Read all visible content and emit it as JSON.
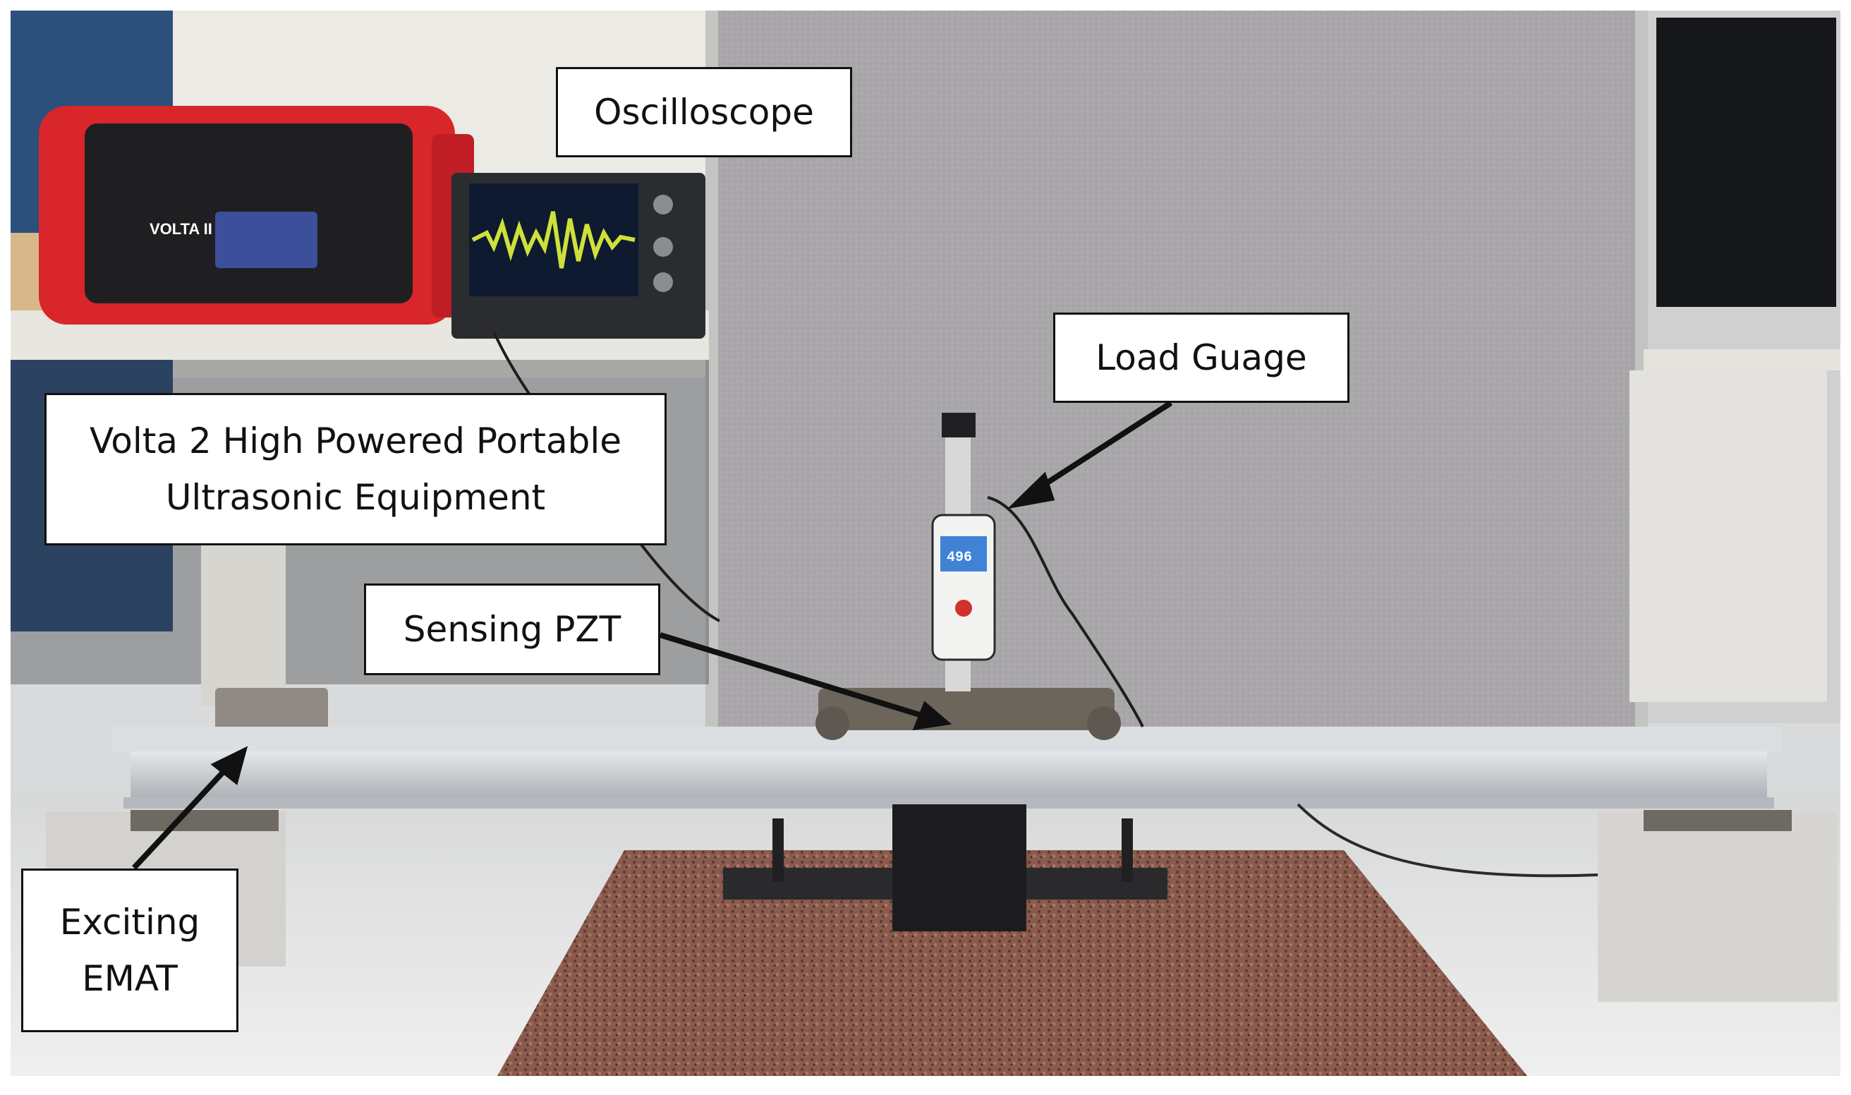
{
  "figure": {
    "labels": {
      "oscilloscope": "Oscilloscope",
      "load_gauge": "Load Guage",
      "volta": "Volta 2 High Powered Portable\nUltrasonic Equipment",
      "sensing_pzt": "Sensing PZT",
      "exciting_emat": "Exciting\nEMAT"
    },
    "device_text": {
      "volta_brand": "VOLTA II",
      "gauge_reading": "496"
    }
  }
}
